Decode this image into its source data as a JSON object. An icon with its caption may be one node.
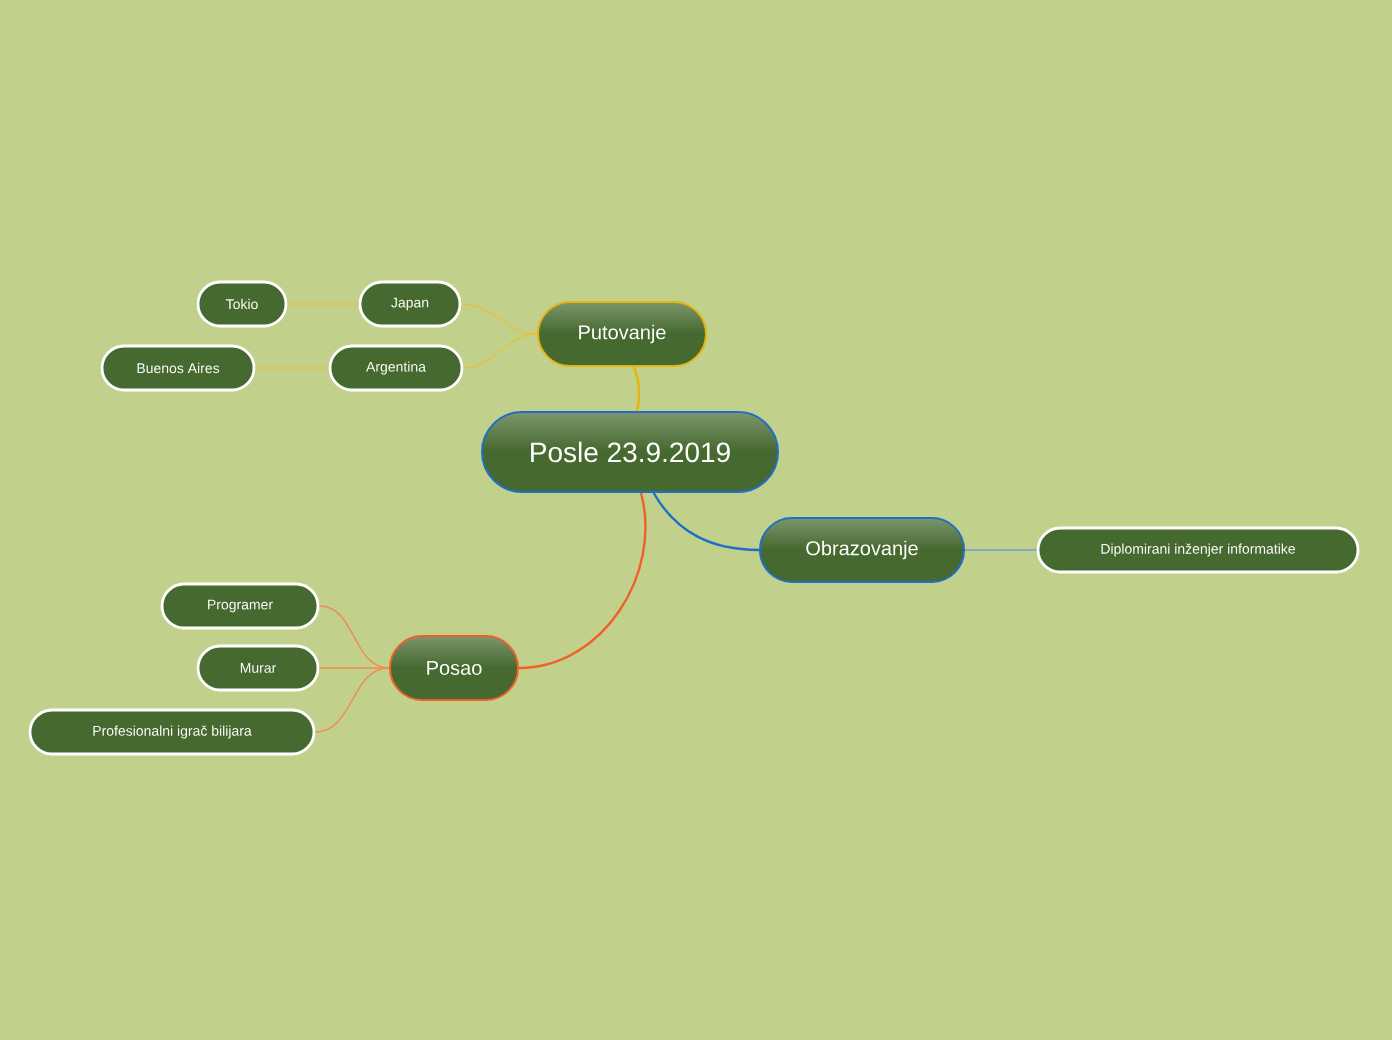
{
  "diagram": {
    "nodes": [
      {
        "text": [
          "Posle 23.9.2019"
        ]
      },
      {
        "text": [
          "Putovanje"
        ]
      },
      {
        "text": [
          "Japan"
        ]
      },
      {
        "text": [
          "Tokio"
        ]
      },
      {
        "text": [
          "Argentina"
        ]
      },
      {
        "text": [
          "Buenos Aires"
        ]
      },
      {
        "text": [
          "Obrazovanje"
        ]
      },
      {
        "text": [
          "Diplomirani inženjer informatike"
        ]
      },
      {
        "text": [
          "Posao"
        ]
      },
      {
        "text": [
          "Programer"
        ]
      },
      {
        "text": [
          "Murar"
        ]
      },
      {
        "text": [
          "Profesionalni igrač bilijara"
        ]
      }
    ],
    "edges": [
      {
        "from": 0,
        "to": 1,
        "arrow": "none",
        "color": "#e8b30c"
      },
      {
        "from": 1,
        "to": 2,
        "arrow": "none",
        "color": "#e8c03a"
      },
      {
        "from": 2,
        "to": 3,
        "arrow": "none",
        "color": "#e8c03a"
      },
      {
        "from": 1,
        "to": 4,
        "arrow": "none",
        "color": "#e8c03a"
      },
      {
        "from": 4,
        "to": 5,
        "arrow": "none",
        "color": "#e8c03a"
      },
      {
        "from": 0,
        "to": 6,
        "arrow": "none",
        "color": "#1f6fc8"
      },
      {
        "from": 6,
        "to": 7,
        "arrow": "none",
        "color": "#6fa0c8"
      },
      {
        "from": 0,
        "to": 8,
        "arrow": "none",
        "color": "#f0602a"
      },
      {
        "from": 8,
        "to": 9,
        "arrow": "none",
        "color": "#f08a50"
      },
      {
        "from": 8,
        "to": 10,
        "arrow": "none",
        "color": "#f08a50"
      },
      {
        "from": 8,
        "to": 11,
        "arrow": "none",
        "color": "#f08a50"
      }
    ]
  }
}
